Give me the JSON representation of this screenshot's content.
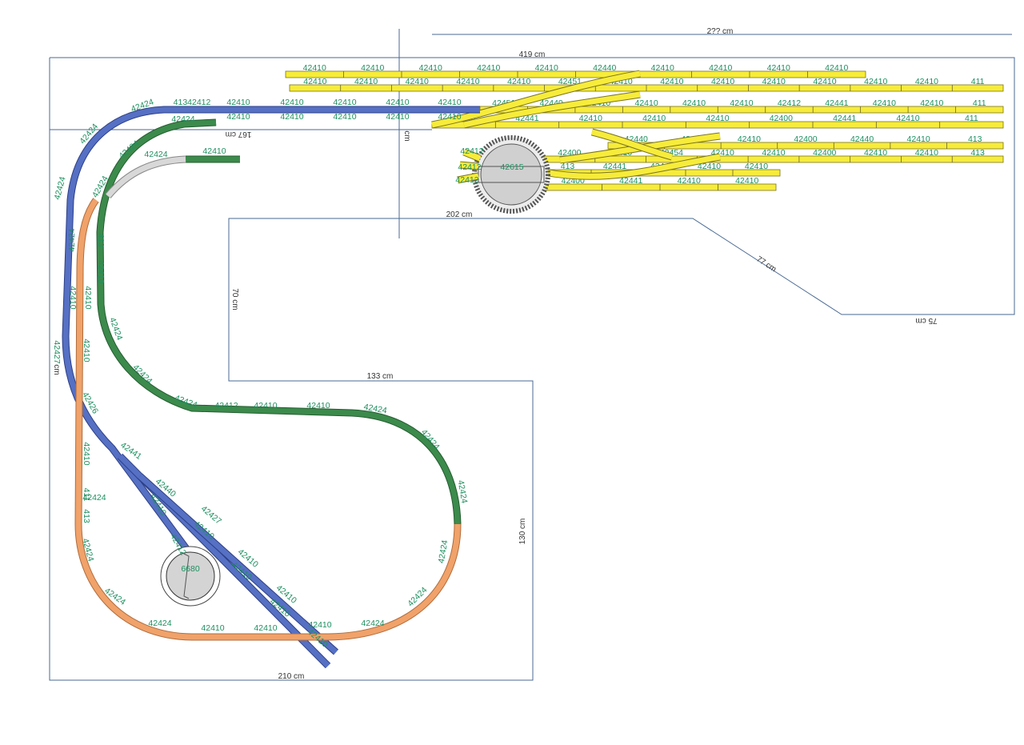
{
  "dimensions": {
    "top_width": "419 cm",
    "top_right": "2?? cm",
    "left_inner": "167 cm",
    "cut_label": "cm",
    "inner_top": "202 cm",
    "diagonal": "77 cm",
    "right_bottom": "75 cm",
    "inner_side": "70 cm",
    "inner_bottom": "133 cm",
    "right_side": "130 cm",
    "bottom": "210 cm",
    "left_side": "cm"
  },
  "colors": {
    "blue": "#5670c4",
    "green": "#3c8b4c",
    "orange": "#f0a26a",
    "yellow": "#f7ec3a",
    "code_text": "#1e9060",
    "outline": "#4a6a94"
  },
  "yard_rows": [
    [
      "42410",
      "42410",
      "42410",
      "42410",
      "42410",
      "42440",
      "42410",
      "42410",
      "42410",
      "42410"
    ],
    [
      "42410",
      "42410",
      "42410",
      "42410",
      "42410",
      "42451",
      "42410",
      "42410",
      "42410",
      "42410",
      "42410",
      "42410",
      "42410",
      "411"
    ],
    [
      "42451",
      "42440",
      "42410",
      "42410",
      "42410",
      "42410",
      "42412",
      "42441",
      "42410",
      "42410",
      "411"
    ],
    [
      "42440",
      "42441",
      "42410",
      "42410",
      "42410",
      "42400",
      "42441",
      "42410",
      "411"
    ],
    [
      "42440",
      "42410",
      "42410",
      "42400",
      "42440",
      "42410",
      "413"
    ],
    [
      "42400",
      "42410",
      "42454",
      "42410",
      "42410",
      "42400",
      "42410",
      "42410",
      "413"
    ],
    [
      "413",
      "42441",
      "42440",
      "42410",
      "42410"
    ],
    [
      "42400",
      "42441",
      "42410",
      "42410"
    ]
  ],
  "labels": {
    "top_main_1": "42424",
    "top_main_2": "41342412",
    "top_main_3": "42410",
    "top_main_4": "42410",
    "top_main_5": "42410",
    "top_main_6": "42410",
    "top_main_7": "42410",
    "green_top_1": "42424",
    "green_top_2": "42410",
    "green_top_3": "42410",
    "green_top_4": "42410",
    "green_top_5": "42410",
    "green_top_6": "42410",
    "siding_1": "42424",
    "siding_2": "42410",
    "left_curve_1": "42424",
    "left_curve_2": "42424",
    "left_curve_3": "42424",
    "left_curve_4": "42424",
    "left_vert_1": "42424",
    "left_vert_2": "413",
    "left_vert_3": "42410",
    "left_vert_4": "42410",
    "left_vert_5": "42410",
    "left_vert_6": "42427",
    "left_vert_7": "42410",
    "left_vert_8": "42426",
    "left_vert_9": "42410",
    "left_vert_10": "411",
    "left_vert_11": "413",
    "left_vert_12": "42424",
    "green_mid_1": "42424",
    "green_mid_2": "42424",
    "green_mid_3": "42424",
    "green_mid_4": "42412",
    "green_mid_5": "42410",
    "green_mid_6": "42410",
    "green_mid_7": "42424",
    "green_mid_8": "42424",
    "green_mid_9": "42424",
    "orange_1": "42424",
    "orange_2": "42424",
    "orange_3": "42424",
    "orange_4": "42410",
    "orange_5": "42410",
    "orange_6": "42410",
    "orange_7": "42424",
    "orange_8": "42424",
    "orange_9": "42424",
    "spur_1": "42441",
    "spur_2": "42440",
    "spur_3": "42410",
    "spur_4": "42427",
    "spur_5": "42410",
    "spur_6": "42412",
    "spur_7": "42410",
    "spur_8": "42410",
    "spur_9": "42410",
    "spur_10": "42410",
    "spur_11": "42410",
    "turntable_small": "6680",
    "turntable_big": "42615",
    "tt_left_1": "42412",
    "tt_left_2": "42412",
    "tt_left_3": "42412"
  }
}
